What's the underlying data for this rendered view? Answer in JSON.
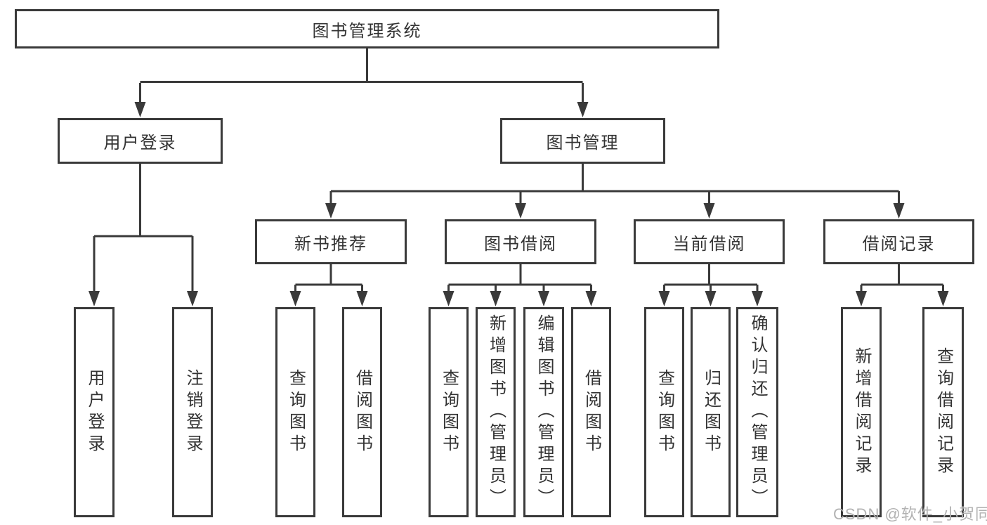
{
  "diagram": {
    "title_node": {
      "label": "图书管理系统"
    },
    "root": {
      "label": "图书管理系统"
    },
    "level2": [
      {
        "label": "用户登录"
      },
      {
        "label": "图书管理"
      }
    ],
    "level3": [
      {
        "label": "新书推荐",
        "parent": "图书管理"
      },
      {
        "label": "图书借阅",
        "parent": "图书管理"
      },
      {
        "label": "当前借阅",
        "parent": "图书管理"
      },
      {
        "label": "借阅记录",
        "parent": "图书管理"
      }
    ],
    "leaves": [
      {
        "label": "用户登录",
        "parent": "用户登录"
      },
      {
        "label": "注销登录",
        "parent": "用户登录"
      },
      {
        "label": "查询图书",
        "parent": "新书推荐"
      },
      {
        "label": "借阅图书",
        "parent": "新书推荐"
      },
      {
        "label": "查询图书",
        "parent": "图书借阅"
      },
      {
        "label": "新增图书（管理员）",
        "parent": "图书借阅"
      },
      {
        "label": "编辑图书（管理员）",
        "parent": "图书借阅"
      },
      {
        "label": "借阅图书",
        "parent": "图书借阅"
      },
      {
        "label": "查询图书",
        "parent": "当前借阅"
      },
      {
        "label": "归还图书",
        "parent": "当前借阅"
      },
      {
        "label": "确认归还（管理员）",
        "parent": "当前借阅"
      },
      {
        "label": "新增借阅记录",
        "parent": "借阅记录"
      },
      {
        "label": "查询借阅记录",
        "parent": "借阅记录"
      }
    ],
    "colors": {
      "line": "#3a3a3a",
      "text": "#333333",
      "background": "#ffffff",
      "watermark": "#b2b2b2"
    }
  },
  "watermark": {
    "text": "CSDN @软件_小贺同学"
  }
}
